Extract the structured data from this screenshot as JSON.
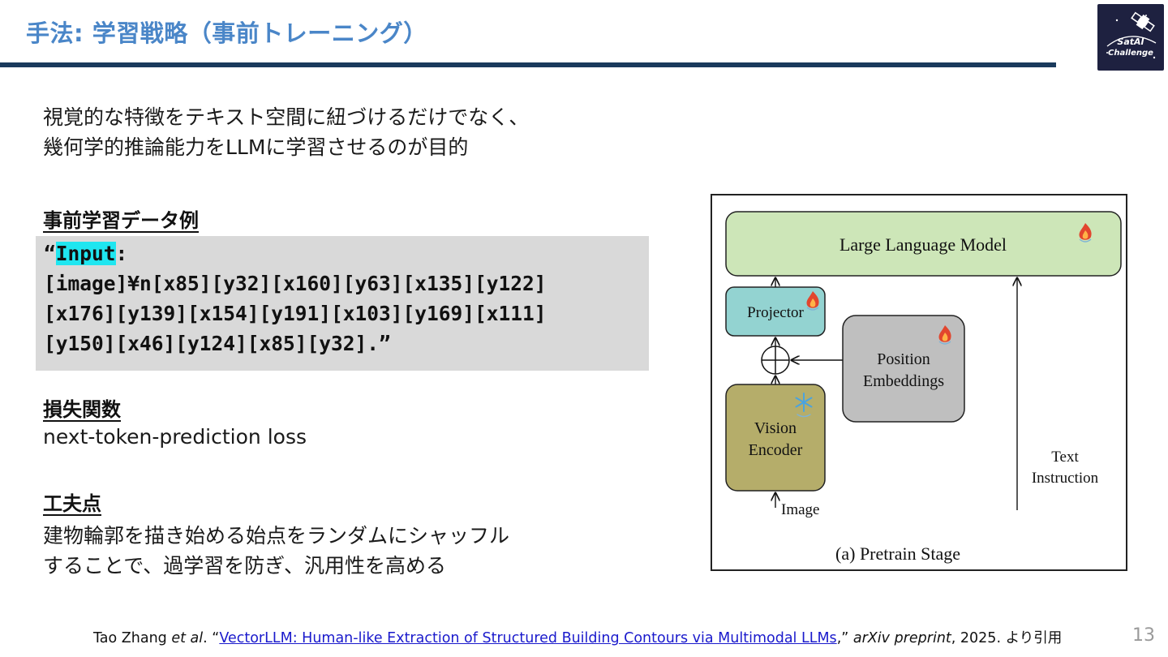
{
  "slide": {
    "title": "手法: 学習戦略（事前トレーニング）",
    "page_number": "13",
    "colors": {
      "title": "#4a86c8",
      "title_bar": "#1a3a5c",
      "code_bg": "#d9d9d9",
      "highlight": "#1fe6f0"
    }
  },
  "logo": {
    "text_line1": "SatAI",
    "text_line2": "Challenge",
    "icon": "satellite-logo-icon"
  },
  "intro": {
    "line1": "視覚的な特徴をテキスト空間に紐づけるだけでなく、",
    "line2": "幾何学的推論能力をLLMに学習させるのが目的"
  },
  "pretrain_example": {
    "heading": "事前学習データ例",
    "open_quote": "“",
    "input_word": "Input",
    "colon": ":",
    "line2": "[image]¥n[x85][y32][x160][y63][x135][y122]",
    "line3": "[x176][y139][x154][y191][x103][y169][x111]",
    "line4": "[y150][x46][y124][x85][y32].”"
  },
  "loss": {
    "heading": "損失関数",
    "body": "next-token-prediction loss"
  },
  "ingenuity": {
    "heading": "工夫点",
    "line1": "建物輪郭を描き始める始点をランダムにシャッフル",
    "line2": "することで、過学習を防ぎ、汎用性を高める"
  },
  "figure": {
    "llm_label": "Large Language Model",
    "projector_label": "Projector",
    "position_label_1": "Position",
    "position_label_2": "Embeddings",
    "vision_label_1": "Vision",
    "vision_label_2": "Encoder",
    "image_label": "Image",
    "text_label_1": "Text",
    "text_label_2": "Instruction",
    "caption": "(a) Pretrain Stage",
    "icons": {
      "trainable": "flame-icon",
      "frozen": "snowflake-icon"
    },
    "colors": {
      "llm": "#cde6b8",
      "projector": "#93d3d1",
      "position": "#bfbfbf",
      "vision": "#b5ad6a"
    }
  },
  "citation": {
    "author": "Tao Zhang ",
    "et_al": "et al",
    "period": ". “",
    "link_text": "VectorLLM: Human-like Extraction of Structured Building Contours via Multimodal LLMs",
    "after_link": ",” ",
    "venue": "arXiv preprint",
    "suffix": ", 2025. より引用"
  }
}
